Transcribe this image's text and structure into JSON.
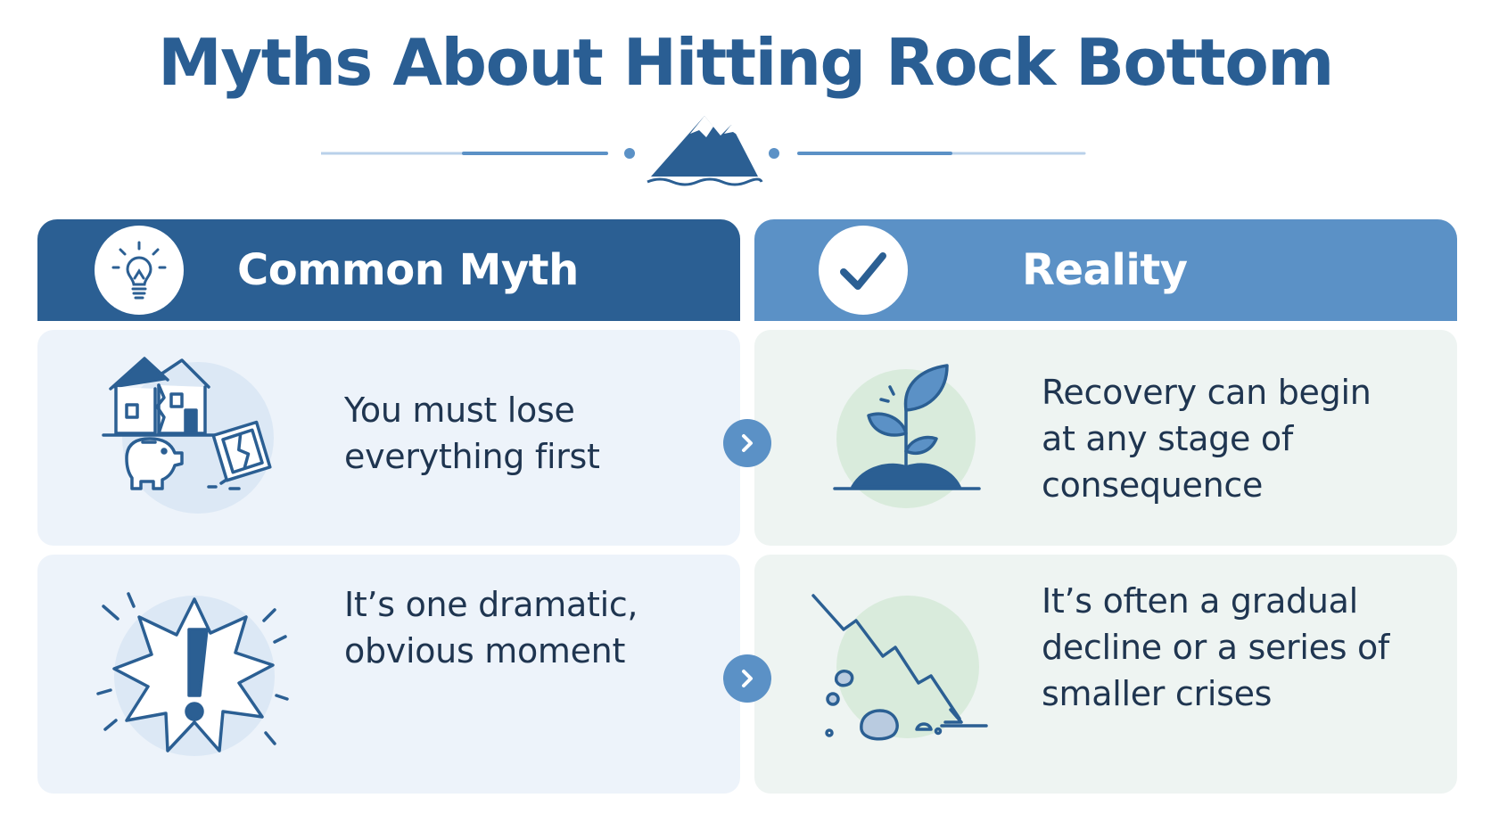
{
  "title": "Myths About Hitting Rock Bottom",
  "colors": {
    "primary_dark": "#2b5f93",
    "primary_light": "#5b91c6",
    "myth_bg": "#edf3fa",
    "reality_bg": "#eef4f2",
    "text": "#1f3550"
  },
  "headers": {
    "myth": {
      "label": "Common Myth",
      "icon": "lightbulb-icon"
    },
    "reality": {
      "label": "Reality",
      "icon": "checkmark-icon"
    }
  },
  "rows": [
    {
      "myth": {
        "line1": "You must lose",
        "line2": "everything first",
        "icon": "broken-home-icon"
      },
      "reality": {
        "line1": "Recovery can begin",
        "line2": "at any stage of",
        "line3": "consequence",
        "icon": "sprout-icon"
      },
      "arrow_icon": "chevron-right-icon"
    },
    {
      "myth": {
        "line1": "It’s one dramatic,",
        "line2": "obvious moment",
        "icon": "exclamation-burst-icon"
      },
      "reality": {
        "line1": "It’s often a gradual",
        "line2": "decline or a series of",
        "line3": "smaller crises",
        "icon": "declining-trend-icon"
      },
      "arrow_icon": "chevron-right-icon"
    }
  ]
}
